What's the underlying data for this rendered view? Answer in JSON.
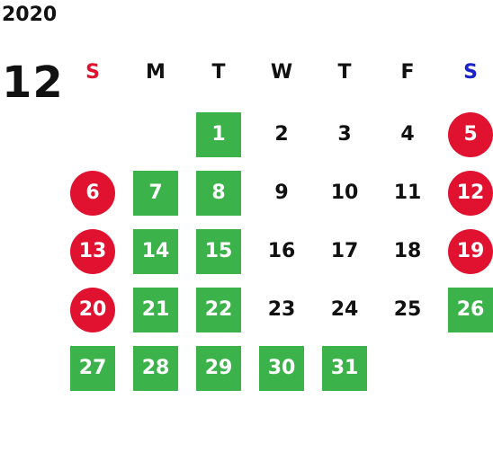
{
  "calendar": {
    "year": "2020",
    "month": "12",
    "weekdays": [
      {
        "label": "S",
        "color": "#e0122f"
      },
      {
        "label": "M",
        "color": "#111111"
      },
      {
        "label": "T",
        "color": "#111111"
      },
      {
        "label": "W",
        "color": "#111111"
      },
      {
        "label": "T",
        "color": "#111111"
      },
      {
        "label": "F",
        "color": "#111111"
      },
      {
        "label": "S",
        "color": "#1a23c8"
      }
    ],
    "colors": {
      "green": "#3cb34a",
      "red": "#e0122f",
      "text": "#111111"
    },
    "weeks": [
      [
        null,
        null,
        {
          "day": "1",
          "style": "green"
        },
        {
          "day": "2",
          "style": "plain"
        },
        {
          "day": "3",
          "style": "plain"
        },
        {
          "day": "4",
          "style": "plain"
        },
        {
          "day": "5",
          "style": "red"
        }
      ],
      [
        {
          "day": "6",
          "style": "red"
        },
        {
          "day": "7",
          "style": "green"
        },
        {
          "day": "8",
          "style": "green"
        },
        {
          "day": "9",
          "style": "plain"
        },
        {
          "day": "10",
          "style": "plain"
        },
        {
          "day": "11",
          "style": "plain"
        },
        {
          "day": "12",
          "style": "red"
        }
      ],
      [
        {
          "day": "13",
          "style": "red"
        },
        {
          "day": "14",
          "style": "green"
        },
        {
          "day": "15",
          "style": "green"
        },
        {
          "day": "16",
          "style": "plain"
        },
        {
          "day": "17",
          "style": "plain"
        },
        {
          "day": "18",
          "style": "plain"
        },
        {
          "day": "19",
          "style": "red"
        }
      ],
      [
        {
          "day": "20",
          "style": "red"
        },
        {
          "day": "21",
          "style": "green"
        },
        {
          "day": "22",
          "style": "green"
        },
        {
          "day": "23",
          "style": "plain"
        },
        {
          "day": "24",
          "style": "plain"
        },
        {
          "day": "25",
          "style": "plain"
        },
        {
          "day": "26",
          "style": "green"
        }
      ],
      [
        {
          "day": "27",
          "style": "green"
        },
        {
          "day": "28",
          "style": "green"
        },
        {
          "day": "29",
          "style": "green"
        },
        {
          "day": "30",
          "style": "green"
        },
        {
          "day": "31",
          "style": "green"
        },
        null,
        null
      ]
    ]
  }
}
